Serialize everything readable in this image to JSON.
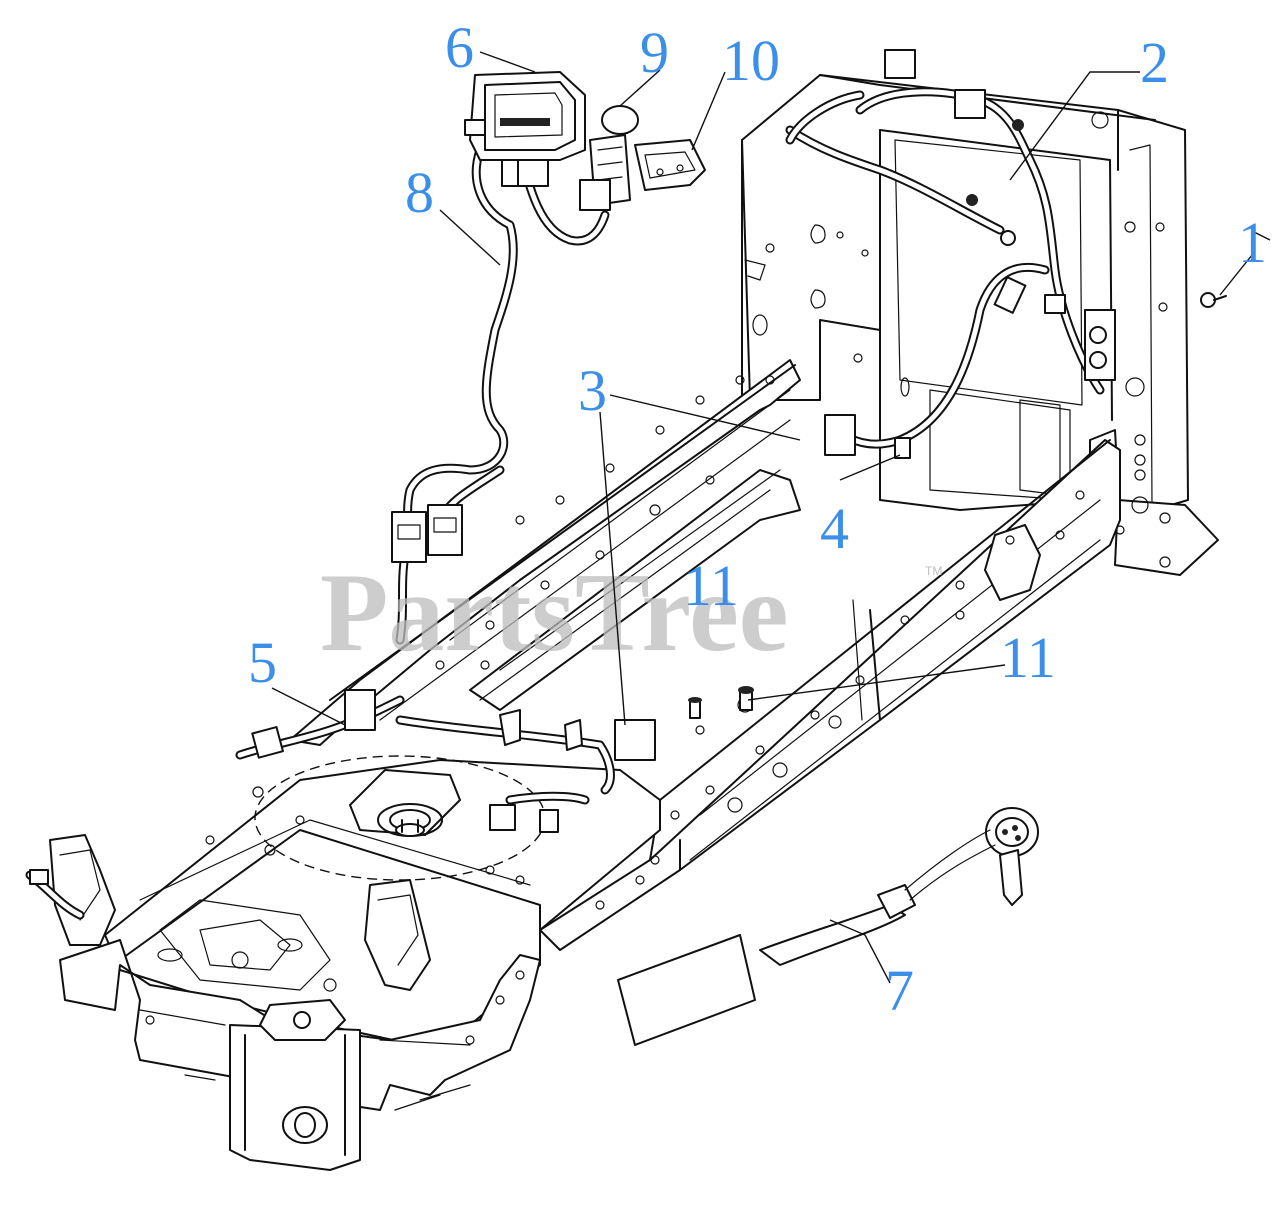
{
  "watermark": {
    "text": "PartsTree",
    "trademark": "TM"
  },
  "callouts": [
    {
      "id": "c1",
      "label": "1"
    },
    {
      "id": "c2",
      "label": "2"
    },
    {
      "id": "c3",
      "label": "3"
    },
    {
      "id": "c4",
      "label": "4"
    },
    {
      "id": "c5",
      "label": "5"
    },
    {
      "id": "c6",
      "label": "6"
    },
    {
      "id": "c7",
      "label": "7"
    },
    {
      "id": "c8",
      "label": "8"
    },
    {
      "id": "c9",
      "label": "9"
    },
    {
      "id": "c10",
      "label": "10"
    },
    {
      "id": "c11a",
      "label": "11"
    },
    {
      "id": "c11b",
      "label": "11"
    }
  ],
  "colors": {
    "callout": "#3b8fe8",
    "line": "#111111",
    "watermark": "#bdbdbd"
  }
}
